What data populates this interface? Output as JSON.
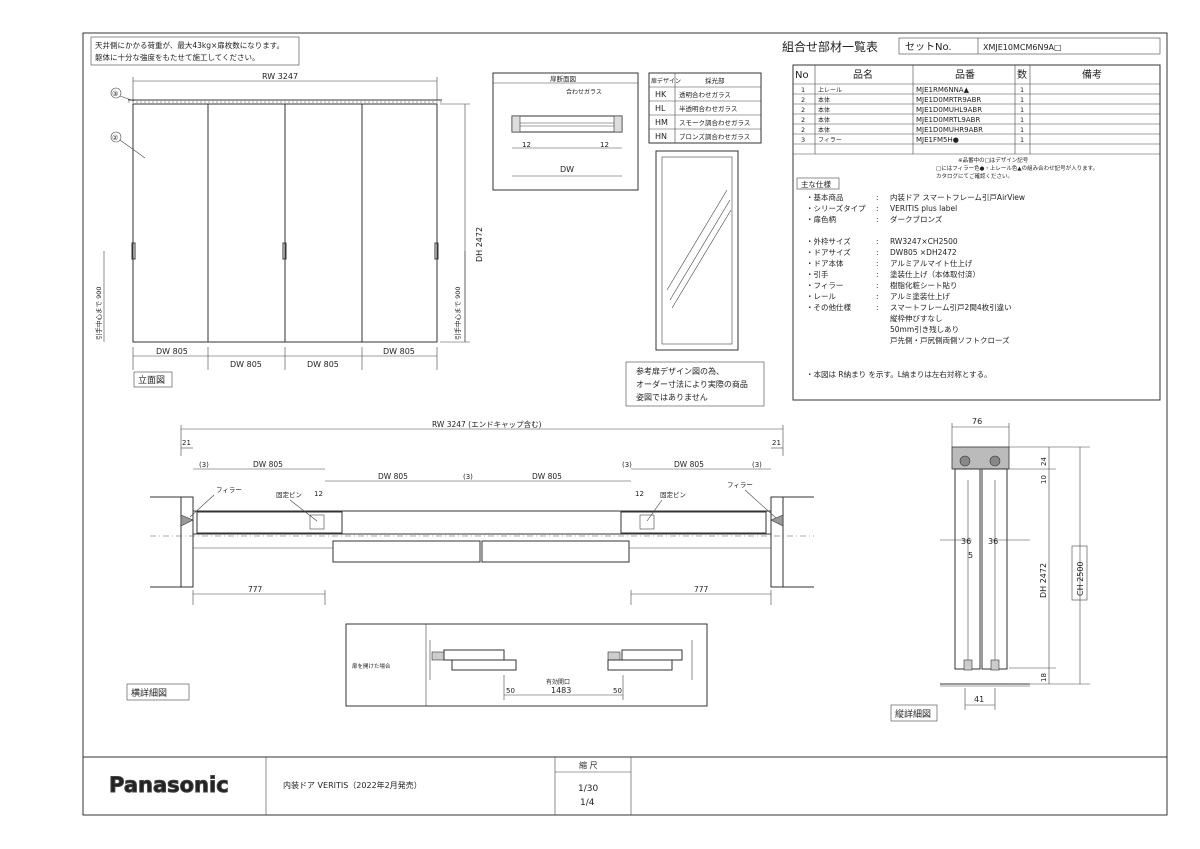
{
  "notice": {
    "line1": "天井側にかかる荷重が、最大43kg×扉枚数になります。",
    "line2": "躯体に十分な強度をもたせて施工してください。"
  },
  "elevation": {
    "rw": "RW 3247",
    "dh": "DH 2472",
    "handle_left": "引手中心まで 900",
    "handle_right": "引手中心まで 900",
    "widths": [
      "DW 805",
      "DW 805",
      "DW 805",
      "DW 805"
    ],
    "callout1": "③",
    "callout2": "②",
    "label": "立面図"
  },
  "section_detail": {
    "title": "扉断面図",
    "glass": "合わせガラス",
    "left": "12",
    "right": "12",
    "dw": "DW"
  },
  "glass_table": {
    "headers": [
      "扉デザイン",
      "採光部"
    ],
    "rows": [
      [
        "HK",
        "透明合わせガラス"
      ],
      [
        "HL",
        "半透明合わせガラス"
      ],
      [
        "HM",
        "スモーク調合わせガラス"
      ],
      [
        "HN",
        "ブロンズ調合わせガラス"
      ]
    ]
  },
  "ref_note": {
    "line1": "参考扉デザイン図の為、",
    "line2": "オーダー寸法により実際の商品",
    "line3": "姿図ではありません"
  },
  "parts": {
    "title": "組合せ部材一覧表",
    "set_label": "セットNo.",
    "set_no": "XMJE10MCM6N9A□",
    "headers": [
      "No",
      "品名",
      "品番",
      "数",
      "備考"
    ],
    "rows": [
      [
        "1",
        "上レール",
        "MJE1RM6NNA▲",
        "1",
        ""
      ],
      [
        "2",
        "本体",
        "MJE1D0MRTR9ABR",
        "1",
        ""
      ],
      [
        "2",
        "本体",
        "MJE1D0MUHL9ABR",
        "1",
        ""
      ],
      [
        "2",
        "本体",
        "MJE1D0MRTL9ABR",
        "1",
        ""
      ],
      [
        "2",
        "本体",
        "MJE1D0MUHR9ABR",
        "1",
        ""
      ],
      [
        "3",
        "フィラー",
        "MJE1FM5H●",
        "1",
        ""
      ]
    ],
    "note1": "※品番中の□はデザイン記号",
    "note2": "□にはフィラー色●・上レール色▲の組み合わせ記号が入ります。",
    "note3": "カタログにてご確認ください。"
  },
  "specs": {
    "heading": "主な仕様",
    "items": [
      {
        "k": "・基本商品",
        "v": "内装ドア スマートフレーム引戸AirView"
      },
      {
        "k": "・シリーズタイプ",
        "v": "VERITIS plus label"
      },
      {
        "k": "・扉色柄",
        "v": "ダークブロンズ"
      },
      {
        "k": "・外枠サイズ",
        "v": "RW3247×CH2500"
      },
      {
        "k": "・ドアサイズ",
        "v": "DW805 ×DH2472"
      },
      {
        "k": "・ドア本体",
        "v": "アルミアルマイト仕上げ"
      },
      {
        "k": "・引手",
        "v": "塗装仕上げ（本体取付済）"
      },
      {
        "k": "・フィラー",
        "v": "樹脂化粧シート貼り"
      },
      {
        "k": "・レール",
        "v": "アルミ塗装仕上げ"
      },
      {
        "k": "・その他仕様",
        "v": "スマートフレーム引戸2間4枚引違い"
      }
    ],
    "extra": [
      "縦枠伸びすなし",
      "50mm引き残しあり",
      "戸先側・戸尻側両側ソフトクローズ"
    ],
    "note": "・本図は R納まり を示す。L納まりは左右対称とする。"
  },
  "plan": {
    "rw": "RW 3247 (エンドキャップ含む)",
    "d21l": "21",
    "d21r": "21",
    "c3": [
      "(3)",
      "(3)",
      "(3)",
      "(3)"
    ],
    "dw": [
      "DW 805",
      "DW 805",
      "DW 805",
      "DW 805"
    ],
    "filler": "フィラー",
    "filler_r": "フィラー",
    "pin": "固定ピン",
    "pin_r": "固定ピン",
    "d12": "12",
    "d12r": "12",
    "d777": "777",
    "d777r": "777",
    "label": "横詳細図"
  },
  "open_detail": {
    "label": "扉を開けた場合",
    "opening": "有効開口",
    "width": "1483",
    "left": "50",
    "right": "50"
  },
  "vertical": {
    "top": "76",
    "d24": "24",
    "d10": "10",
    "d36a": "36",
    "d36b": "36",
    "d5": "5",
    "dh": "DH 2472",
    "ch": "CH 2500",
    "d18": "18",
    "bottom": "41",
    "label": "縦詳細図"
  },
  "title_block": {
    "brand": "Panasonic",
    "product": "内装ドア VERITIS（2022年2月発売）",
    "scale_label": "縮 尺",
    "scale1": "1/30",
    "scale2": "1/4"
  }
}
